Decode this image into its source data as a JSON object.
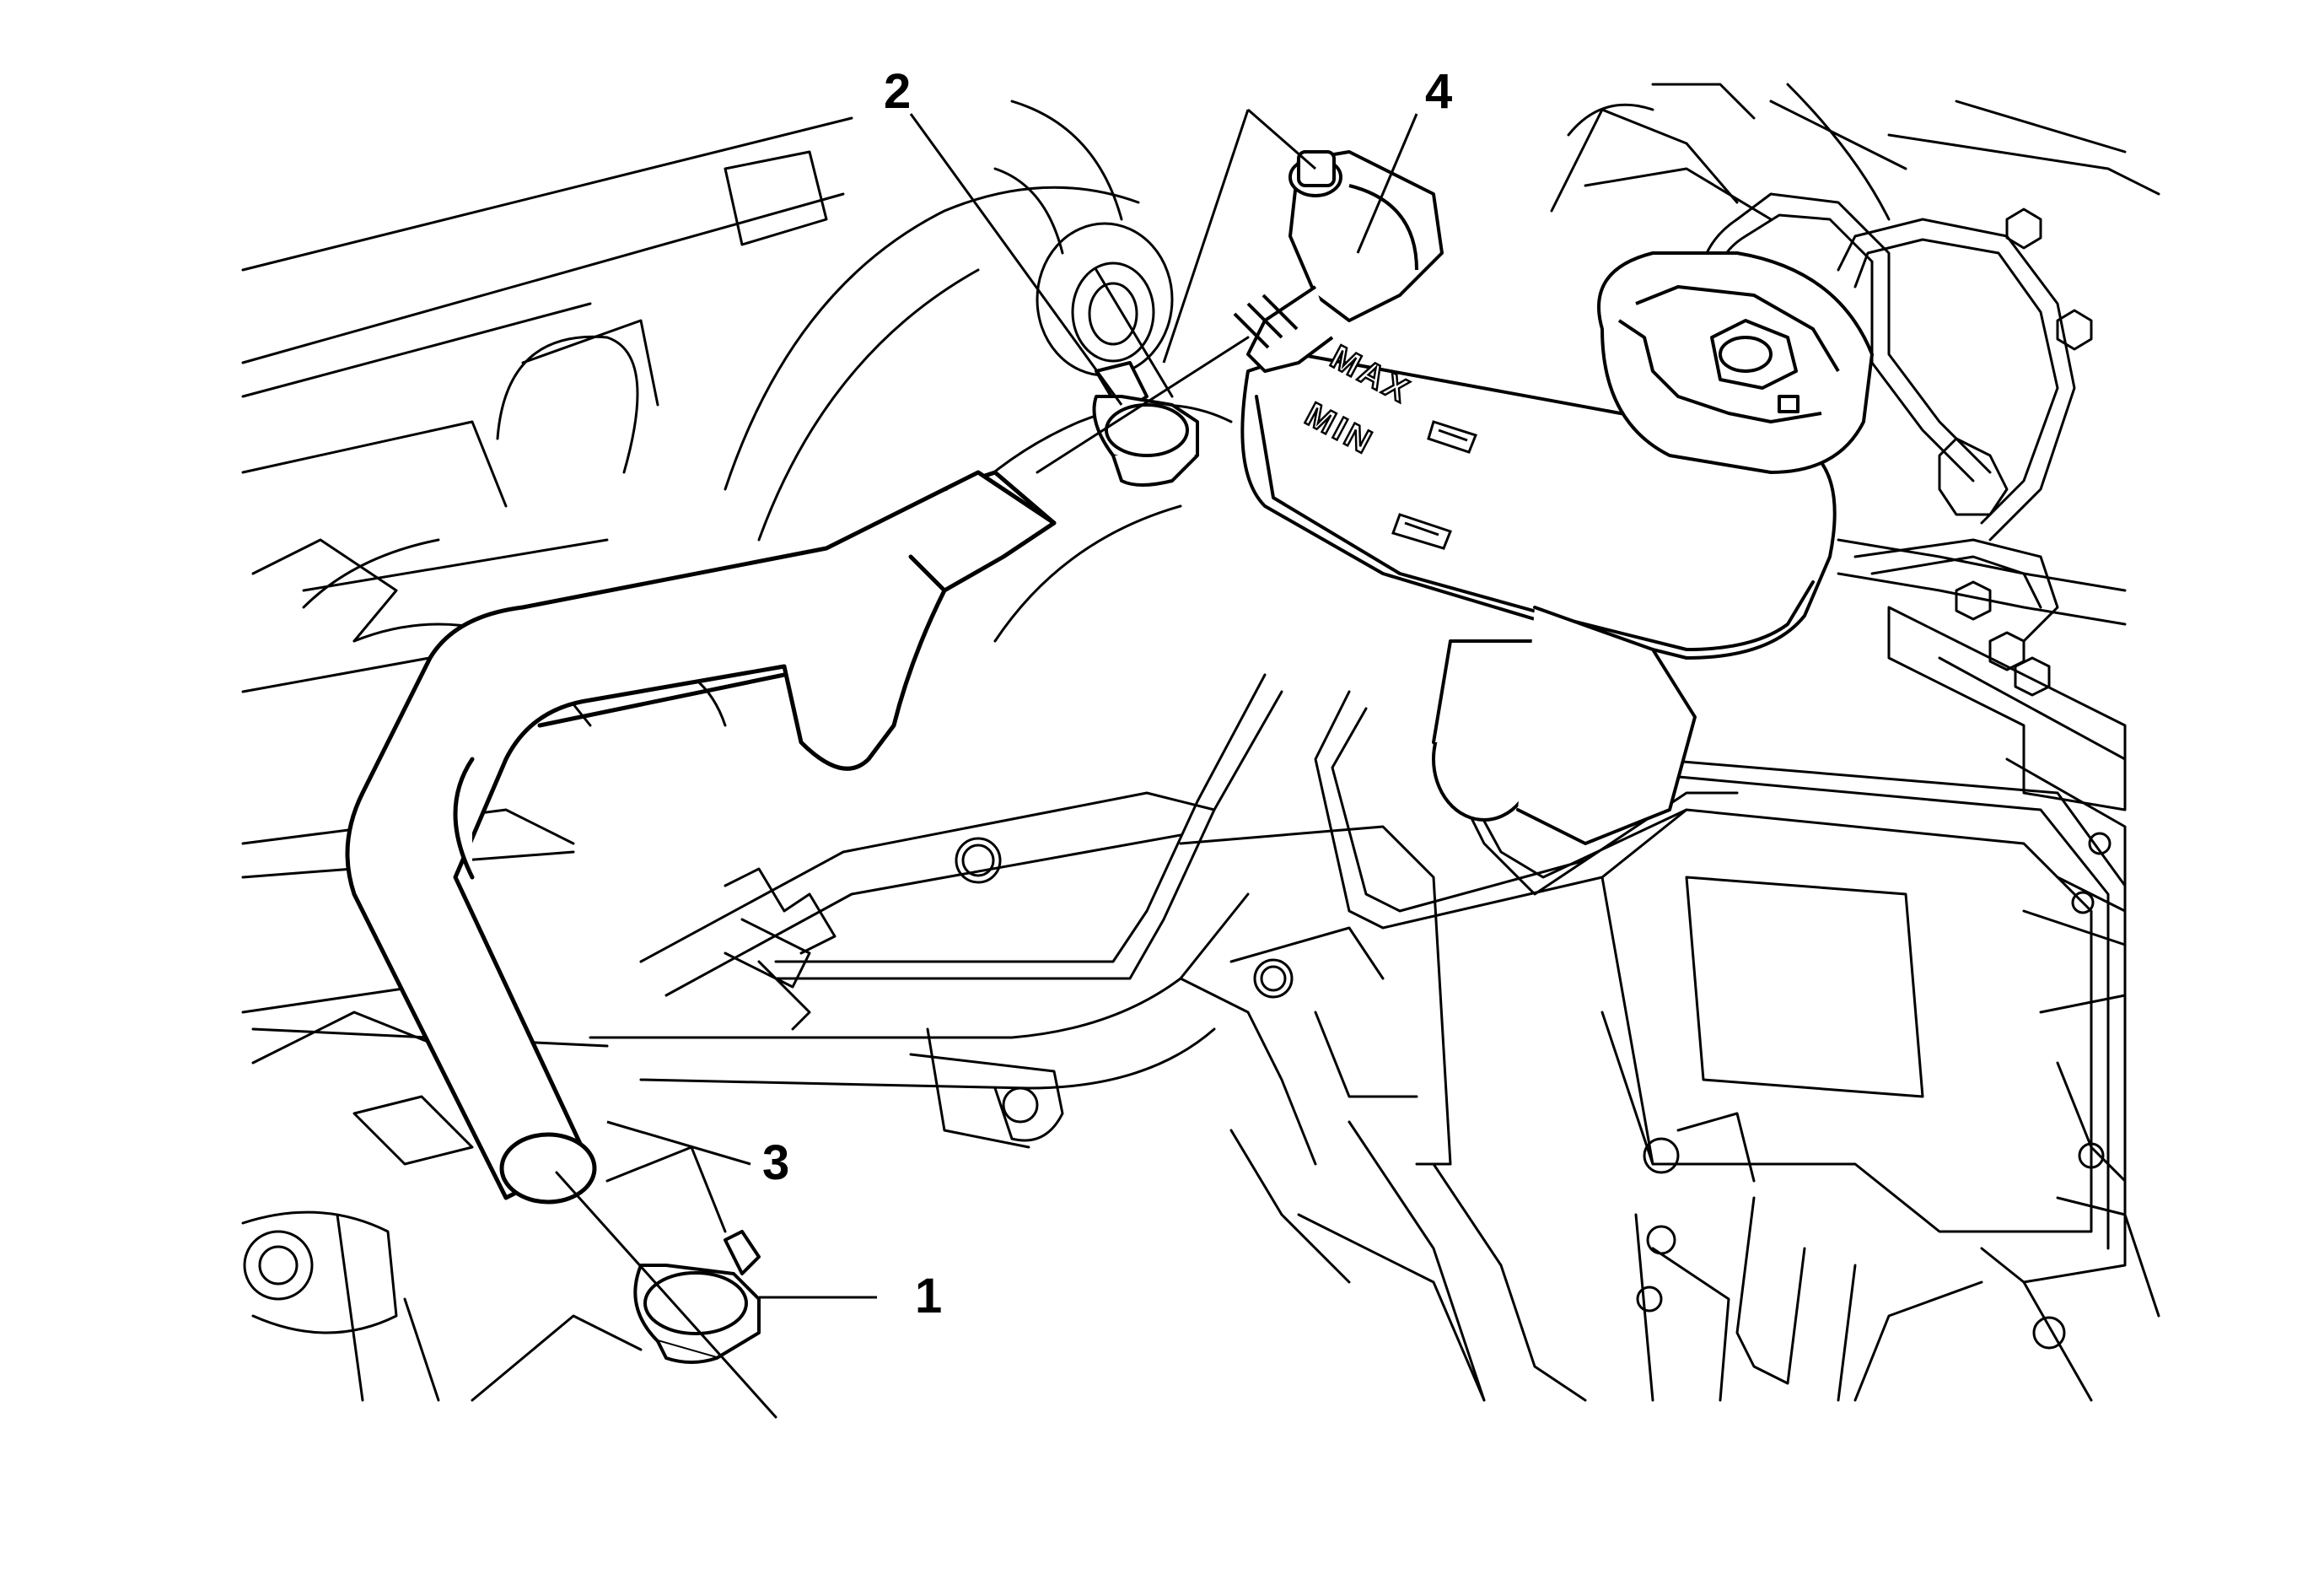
{
  "colors": {
    "background": "#ffffff",
    "line": "#000000"
  },
  "callouts": [
    {
      "id": "1",
      "label": "1"
    },
    {
      "id": "2",
      "label": "2"
    },
    {
      "id": "3",
      "label": "3"
    },
    {
      "id": "4",
      "label": "4"
    }
  ],
  "reservoir": {
    "max_label": "MAX",
    "min_label": "MIN"
  }
}
